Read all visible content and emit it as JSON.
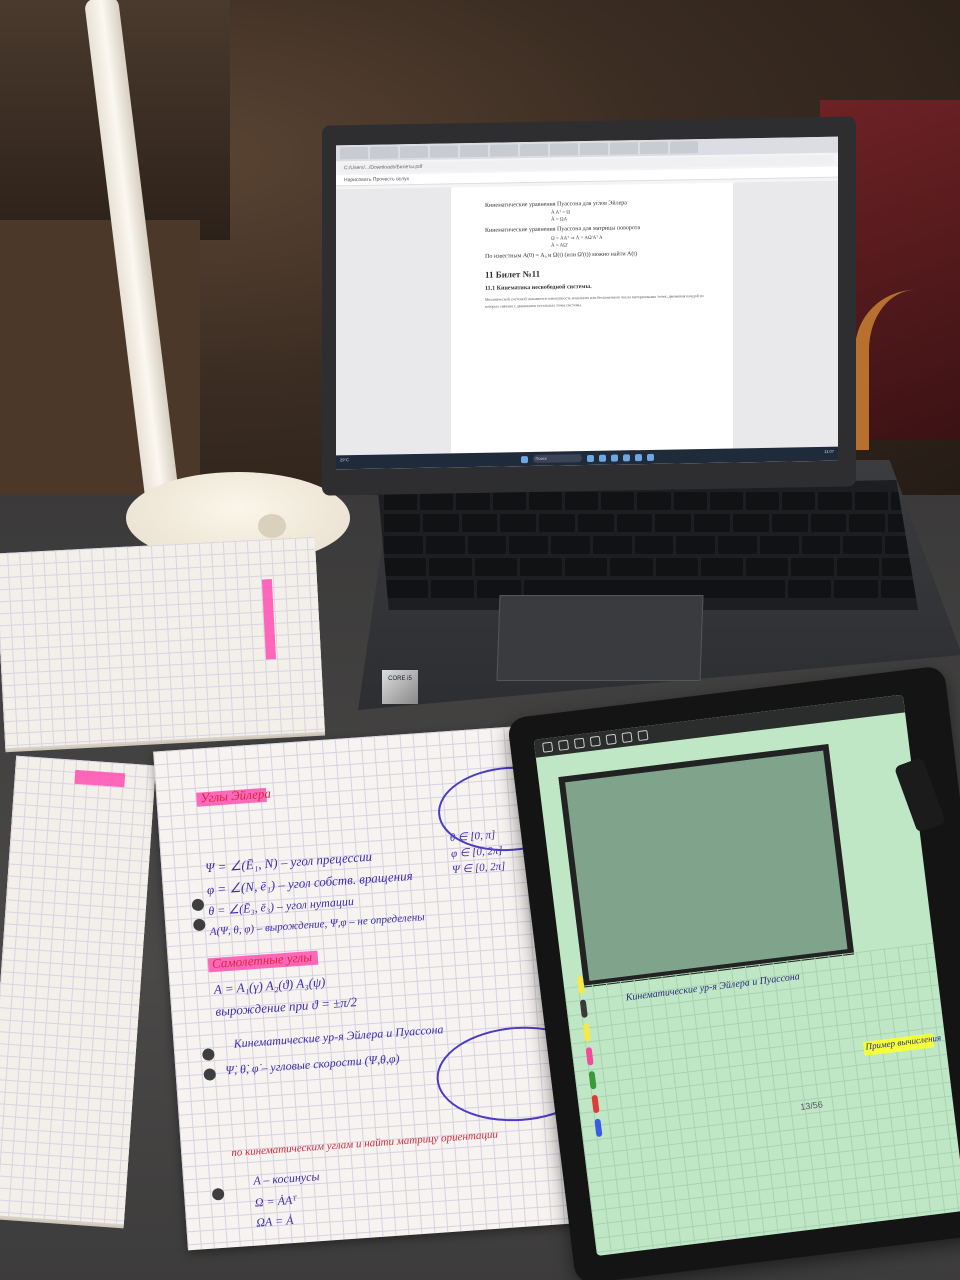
{
  "laptop": {
    "browser_address": "C:/Users/.../Downloads/Билеты.pdf",
    "pdf_toolbar": "Нарисовать   Прочесть вслух",
    "page_lines": [
      "Кинематические уравнения Пуассона для углов Эйлера",
      "Кинематические уравнения Пуассона для матрицы поворота",
      "По известным A(0) = A₀ и Ω(t) (или Ω'(t)) можно найти A(t)"
    ],
    "equations": [
      "Ȧ Aᵀ = Ω",
      "Ȧ = ΩA",
      "Ω = ȦAᵀ ⇒ Ȧ = AΩ'Aᵀ A",
      "Ȧ = AΩ'"
    ],
    "section_heading": "11   Билет №11",
    "subsection_heading": "11.1   Кинематика несвободной системы.",
    "body_text": "Механической системой называется совокупность конечного или бесконечного числа материальных точек, движения каждой из которых связано с движением остальных точек системы.",
    "taskbar_weather": "29°C",
    "taskbar_search": "Поиск",
    "taskbar_time": "11:07"
  },
  "keyboard_sticker": "CORE i5",
  "notes": {
    "title": "Углы Эйлера",
    "line1": "Ψ = ∠(Ē₁, N) – угол прецессии",
    "line2": "φ = ∠(N, ē₁) – угол собств. вращения",
    "line3": "θ = ∠(Ē₃, ē₃) – угол нутации",
    "line4": "A(Ψ, θ, φ) – вырождение, Ψ,φ – не определены",
    "subtitle": "Самолетные углы",
    "line5": "A = A₁(γ) A₂(ϑ) A₃(ψ)",
    "line6": "вырождение при ϑ = ±π/2",
    "title2": "Кинематические ур-я Эйлера и Пуассона",
    "line7": "Ψ̇, θ̇, φ̇ – угловые скорости (Ψ,θ,φ)",
    "line8": "по кинематическим углам и найти матрицу ориентации",
    "line9": "A – косинусы",
    "line10": "Ω = ȦAᵀ",
    "line11": "ΩA = Ȧ",
    "range1": "θ ∈ [0, π]",
    "range2": "φ ∈ [0, 2π]",
    "range3": "Ψ ∈ [0, 2π]"
  },
  "tablet": {
    "page_indicator": "13/56",
    "highlight_text": "Пример вычисления",
    "heading": "Кинематические ур-я Эйлера и Пуассона"
  },
  "colors": {
    "pink_highlighter": "#ff4fb0",
    "blue_ink": "#3a2fb0",
    "red_ink": "#d5293a",
    "tablet_bg": "#bfe7c6",
    "yellow_highlight": "#f3ff3a"
  }
}
